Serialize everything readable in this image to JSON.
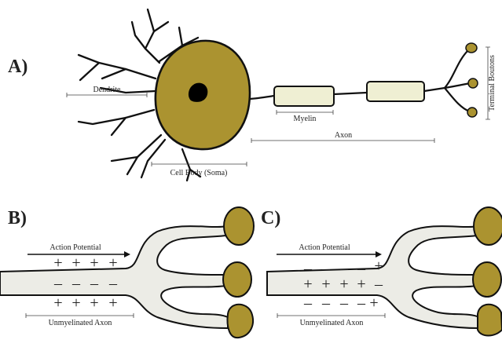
{
  "panels": {
    "a": {
      "label": "A)",
      "annotations": {
        "dendrite": "Dendrite",
        "cell_body": "Cell Body (Soma)",
        "myelin": "Myelin",
        "axon": "Axon",
        "terminal_boutons": "Terminal Boutons"
      }
    },
    "b": {
      "label": "B)",
      "action_potential": "Action Potential",
      "axon_label": "Unmyelinated  Axon"
    },
    "c": {
      "label": "C)",
      "action_potential": "Action Potential",
      "axon_label": "Unmyelinated  Axon"
    }
  },
  "signs": {
    "plus": "+",
    "minus": "–"
  },
  "colors": {
    "soma": "#ab9330",
    "bouton": "#ab9330",
    "myelin": "#efefd3",
    "axon_fill": "#ecece6",
    "outline": "#111111"
  }
}
